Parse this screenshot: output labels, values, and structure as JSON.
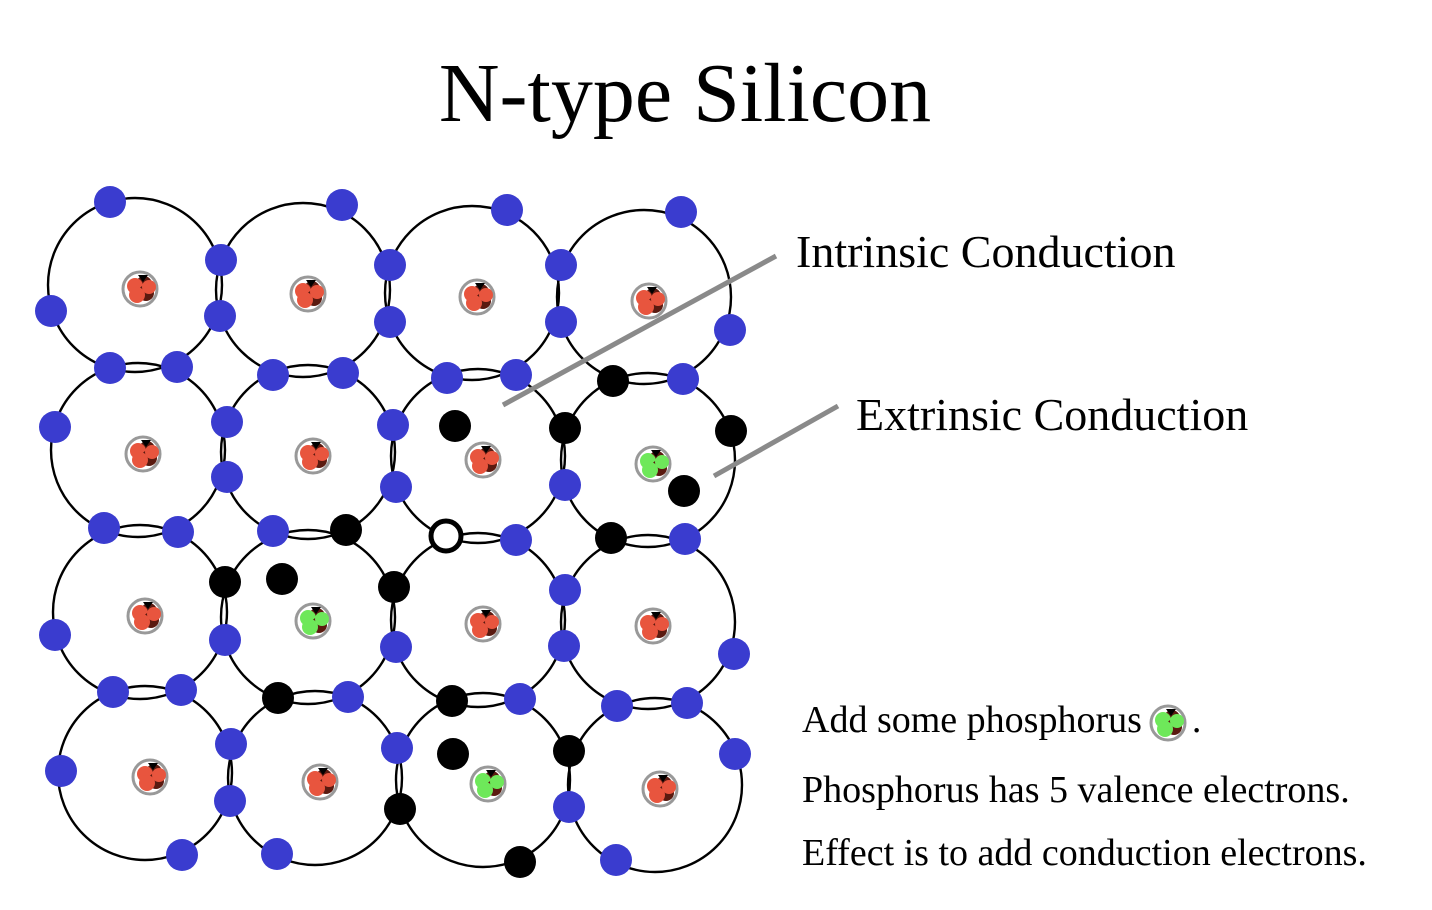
{
  "title": "N-type Silicon",
  "labels": {
    "intrinsic": "Intrinsic Conduction",
    "extrinsic": "Extrinsic Conduction"
  },
  "notes": {
    "line1_before": "Add some phosphorus",
    "line1_after": ".",
    "line2": "Phosphorus has 5 valence electrons.",
    "line3": "Effect is to add conduction electrons."
  },
  "colors": {
    "silicon_electron": "#3a3ccf",
    "bond_electron_special": "#000000",
    "hole_fill": "#ffffff",
    "silicon_nucleus": "#e8553e",
    "phosphorus_nucleus": "#6ee85a",
    "nucleus_dark": "#5a1a10",
    "leader_line": "#8a8a8a"
  },
  "lattice": {
    "rows": 4,
    "cols": 4,
    "atoms": [
      [
        "Si",
        "Si",
        "Si",
        "Si"
      ],
      [
        "Si",
        "Si",
        "Si",
        "P"
      ],
      [
        "Si",
        "P",
        "Si",
        "Si"
      ],
      [
        "Si",
        "Si",
        "P",
        "Si"
      ]
    ]
  }
}
